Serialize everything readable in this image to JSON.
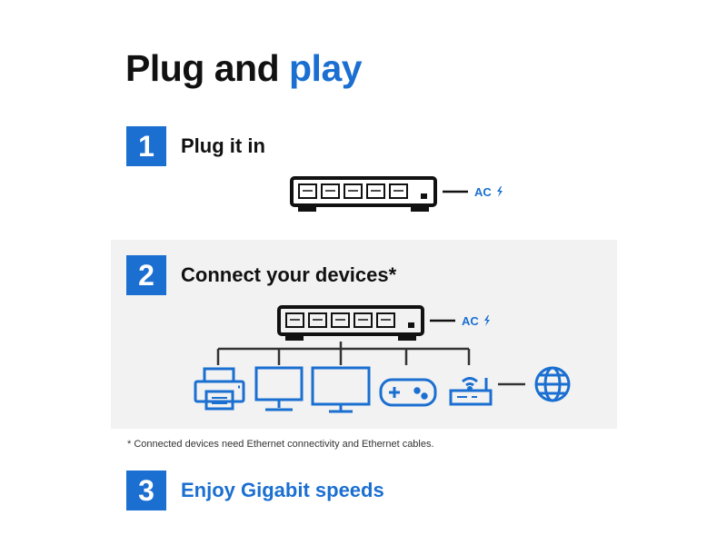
{
  "heading": {
    "prefix": "Plug and",
    "accent": "play"
  },
  "steps": [
    {
      "number": "1",
      "label": "Plug it in"
    },
    {
      "number": "2",
      "label": "Connect your devices*"
    },
    {
      "number": "3",
      "label": "Enjoy Gigabit speeds"
    }
  ],
  "power": {
    "label": "AC"
  },
  "footnote": "* Connected devices need Ethernet connectivity and Ethernet cables.",
  "devices": [
    "printer-icon",
    "desktop-monitor-icon",
    "monitor-icon",
    "gamepad-icon",
    "router-icon",
    "globe-icon"
  ],
  "colors": {
    "accent": "#1a6fd1",
    "ink": "#111111",
    "panel": "#f2f2f2"
  }
}
